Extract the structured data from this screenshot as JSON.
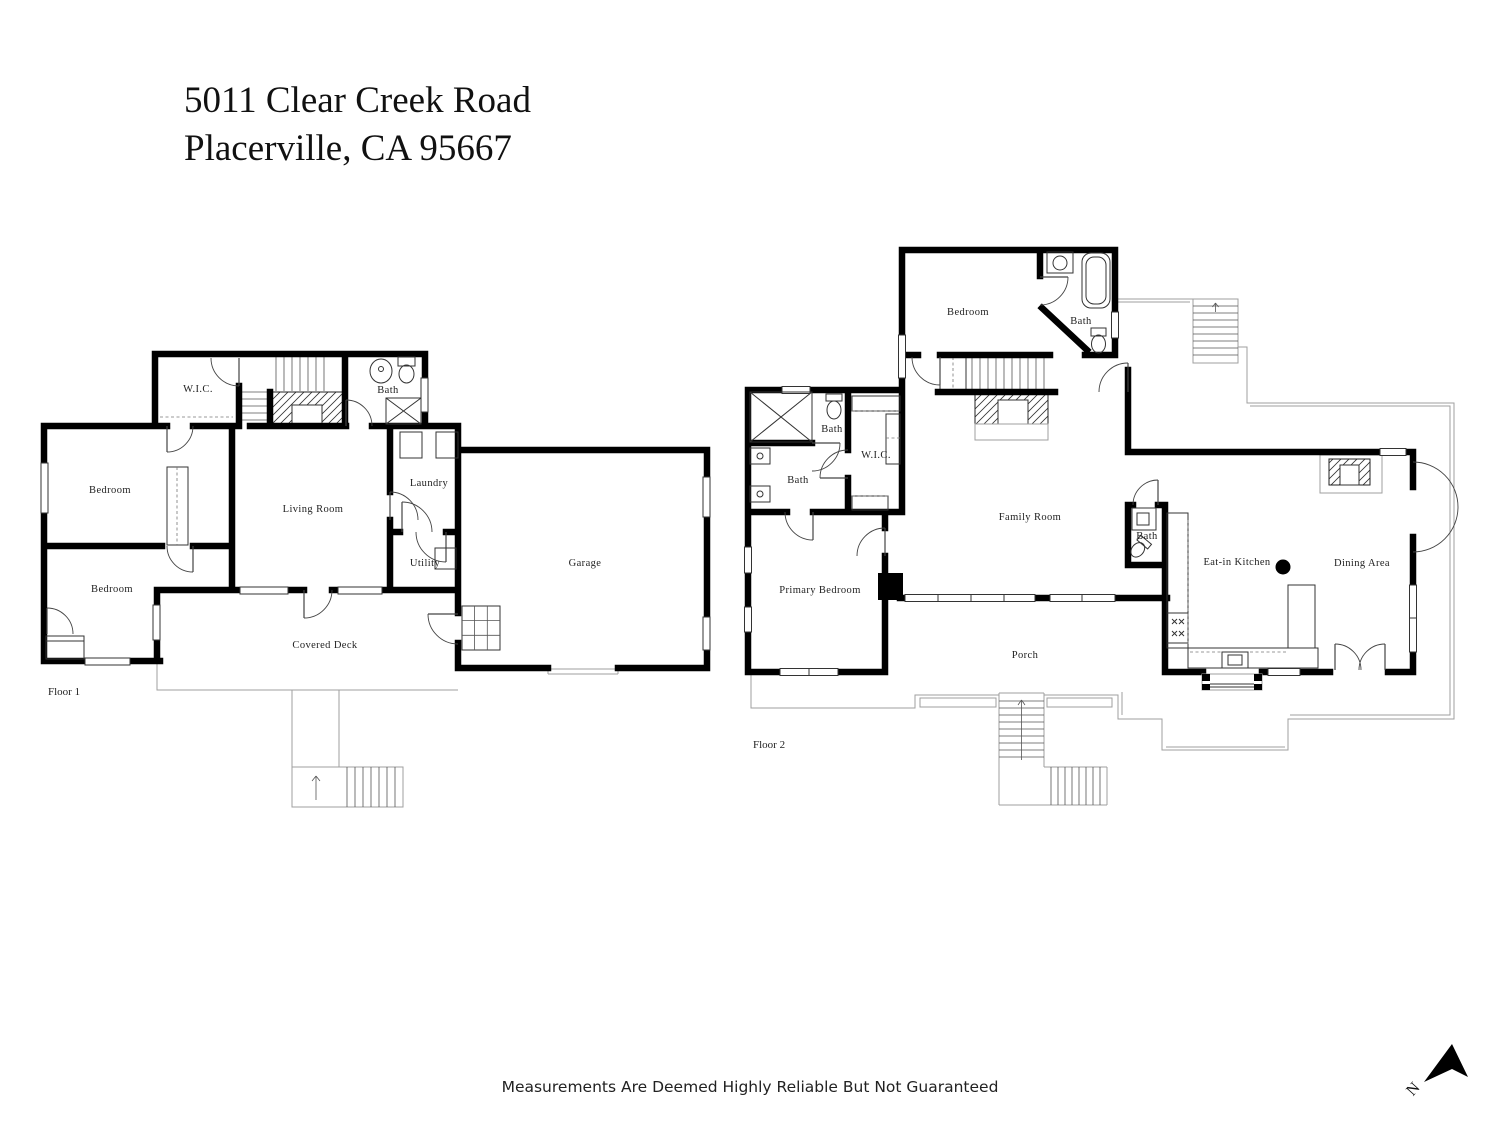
{
  "title": {
    "address_line1": "5011 Clear Creek Road",
    "address_line2": "Placerville, CA  95667"
  },
  "floor1": {
    "name": "Floor 1",
    "rooms": {
      "wic": "W.I.C.",
      "bath": "Bath",
      "bedroom_upper": "Bedroom",
      "bedroom_lower": "Bedroom",
      "living_room": "Living Room",
      "laundry": "Laundry",
      "utility": "Utility",
      "garage": "Garage",
      "covered_deck": "Covered Deck"
    }
  },
  "floor2": {
    "name": "Floor 2",
    "rooms": {
      "bedroom": "Bedroom",
      "bath_upper": "Bath",
      "bath_shower": "Bath",
      "bath_primary": "Bath",
      "wic": "W.I.C.",
      "primary_bedroom": "Primary Bedroom",
      "family_room": "Family Room",
      "eat_in_kitchen": "Eat-in Kitchen",
      "dining_area": "Dining Area",
      "bath_kitchen": "Bath",
      "porch": "Porch"
    }
  },
  "footer": {
    "disclaimer": "Measurements Are Deemed Highly Reliable But Not Guaranteed"
  },
  "compass": {
    "label": "N"
  },
  "colors": {
    "wall": "#000000",
    "label": "#1f1f1f",
    "thin_line": "#9f9f9f",
    "fixture": "#333333",
    "background": "#ffffff"
  }
}
